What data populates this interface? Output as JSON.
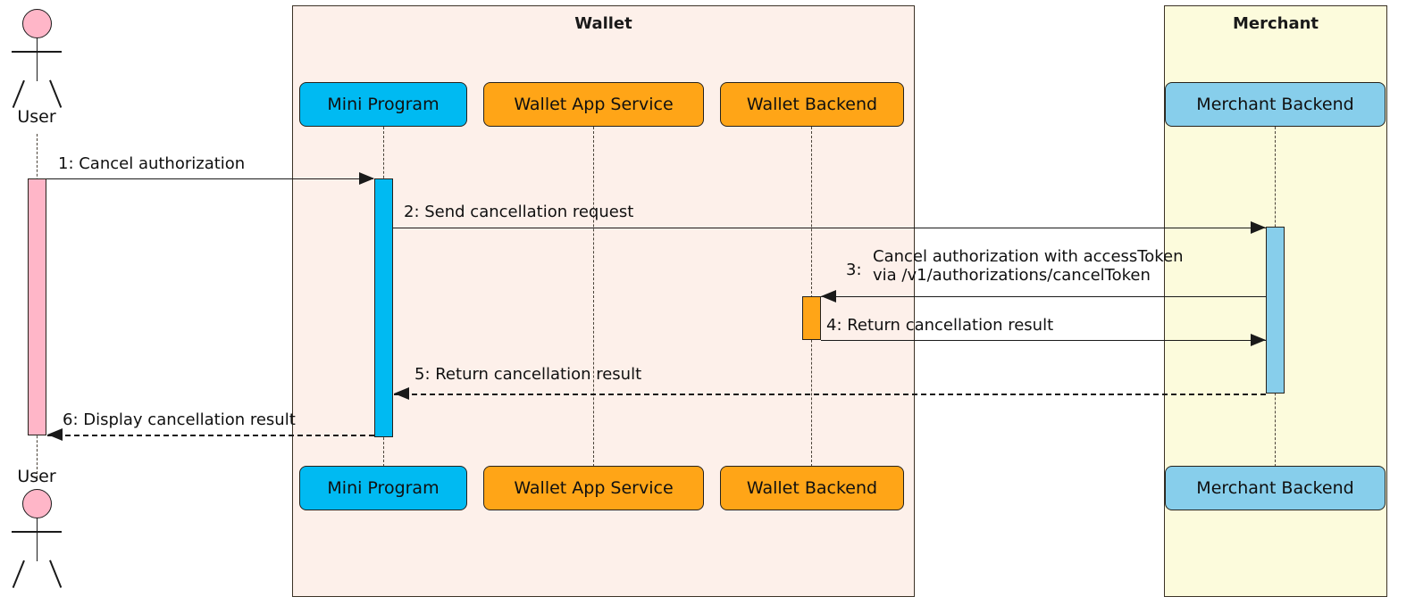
{
  "diagram": {
    "type": "uml-sequence-diagram",
    "title": "Cancel authorization sequence"
  },
  "groups": [
    {
      "name": "Wallet",
      "label": "Wallet",
      "fill": "#fdf0ea",
      "border": "#3b3226"
    },
    {
      "name": "Merchant",
      "label": "Merchant",
      "fill": "#fcfbdc",
      "border": "#3b3226"
    }
  ],
  "actors": [
    {
      "name": "User",
      "label": "User",
      "fill": "#ffb6c8",
      "stroke": "#1a1a1a"
    }
  ],
  "participants": [
    {
      "name": "Mini Program",
      "label": "Mini Program",
      "fill": "#00baf2",
      "group": "Wallet"
    },
    {
      "name": "Wallet App Service",
      "label": "Wallet App Service",
      "fill": "#ffa517",
      "group": "Wallet"
    },
    {
      "name": "Wallet Backend",
      "label": "Wallet Backend",
      "fill": "#ffa517",
      "group": "Wallet"
    },
    {
      "name": "Merchant Backend",
      "label": "Merchant Backend",
      "fill": "#87ceeb",
      "group": "Merchant"
    }
  ],
  "messages": [
    {
      "number": "1:",
      "text": "Cancel authorization",
      "from": "User",
      "to": "Mini Program",
      "style": "solid",
      "direction": "right"
    },
    {
      "number": "2:",
      "text": "Send cancellation request",
      "from": "Mini Program",
      "to": "Merchant Backend",
      "style": "solid",
      "direction": "right"
    },
    {
      "number": "3:",
      "line1_parts": [
        {
          "text": "Cancel ",
          "highlight": false
        },
        {
          "text": "authorization",
          "highlight": true
        },
        {
          "text": " with ",
          "highlight": false
        },
        {
          "text": "accessToken",
          "highlight": true
        }
      ],
      "line2": "via /v1/authorizations/cancelToken",
      "from": "Merchant Backend",
      "to": "Wallet Backend",
      "style": "solid",
      "direction": "left"
    },
    {
      "number": "4:",
      "text": "Return cancellation result",
      "from": "Wallet Backend",
      "to": "Merchant Backend",
      "style": "solid",
      "direction": "right"
    },
    {
      "number": "5:",
      "text": "Return cancellation result",
      "from": "Merchant Backend",
      "to": "Mini Program",
      "style": "dotted",
      "direction": "left"
    },
    {
      "number": "6:",
      "text": "Display cancellation result",
      "from": "Mini Program",
      "to": "User",
      "style": "dotted",
      "direction": "left"
    }
  ],
  "labels": {
    "msg1_full": "1: Cancel authorization",
    "msg2_full": "2: Send cancellation request",
    "msg3_num": "3:",
    "msg3_line2": "via /v1/authorizations/cancelToken",
    "msg3_part1": "Cancel ",
    "msg3_part2": "authorization",
    "msg3_part3": " with ",
    "msg3_part4": "accessToken",
    "msg4_full": "4: Return cancellation result",
    "msg5_full": "5: Return cancellation result",
    "msg6_full": "6: Display cancellation result",
    "group_wallet": "Wallet",
    "group_merchant": "Merchant",
    "actor_user_top": "User",
    "actor_user_bottom": "User",
    "p_mini_top": "Mini Program",
    "p_mini_bottom": "Mini Program",
    "p_was_top": "Wallet App Service",
    "p_was_bottom": "Wallet App Service",
    "p_wb_top": "Wallet Backend",
    "p_wb_bottom": "Wallet Backend",
    "p_mb_top": "Merchant Backend",
    "p_mb_bottom": "Merchant Backend"
  },
  "colors": {
    "wallet_group_fill": "#fdf0ea",
    "merchant_group_fill": "#fcfbdc",
    "mini_program": "#00baf2",
    "wallet_service": "#ffa517",
    "wallet_backend": "#ffa517",
    "merchant_backend": "#87ceeb",
    "actor_pink": "#ffb6c8",
    "highlight_red": "#ff0000",
    "line": "#1a1a1a"
  }
}
